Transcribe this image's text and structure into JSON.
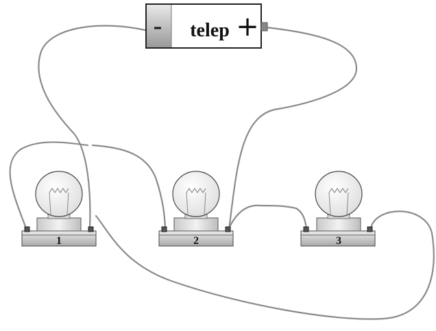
{
  "battery": {
    "label": "telep",
    "minus_symbol": "-",
    "plus_symbol": "+"
  },
  "bulbs": [
    {
      "number": "1"
    },
    {
      "number": "2"
    },
    {
      "number": "3"
    }
  ],
  "colors": {
    "wire": "#8a8a8a",
    "outline": "#222222",
    "terminal": "#555555",
    "base_light": "#e2e2e2",
    "base_dark": "#a8a8a8",
    "glass": "#f3f3f3"
  }
}
